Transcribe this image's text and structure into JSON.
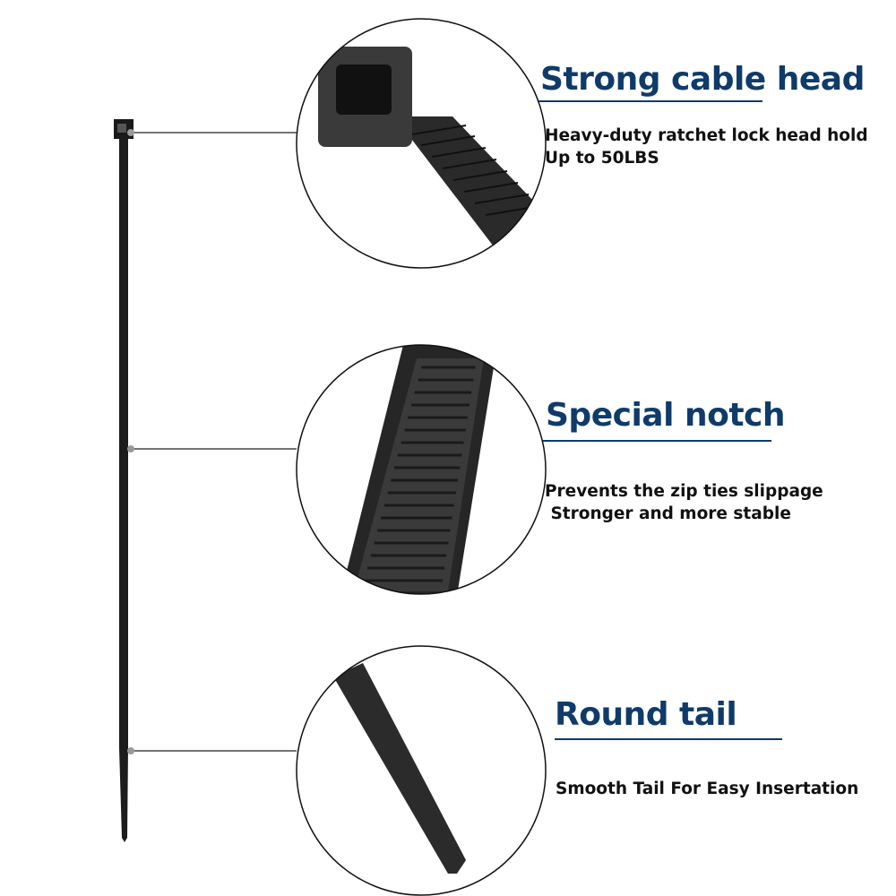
{
  "features": [
    {
      "title": "Strong cable head",
      "lines": [
        "Heavy-duty ratchet lock head hold",
        "Up to 50LBS"
      ]
    },
    {
      "title": "Special notch",
      "lines": [
        "Prevents the zip ties slippage",
        " Stronger and more stable"
      ]
    },
    {
      "title": "Round tail",
      "lines": [
        "Smooth Tail For Easy Insertation"
      ]
    }
  ],
  "colors": {
    "title": "#0f3b6a",
    "tie": "#1a1a1a"
  }
}
